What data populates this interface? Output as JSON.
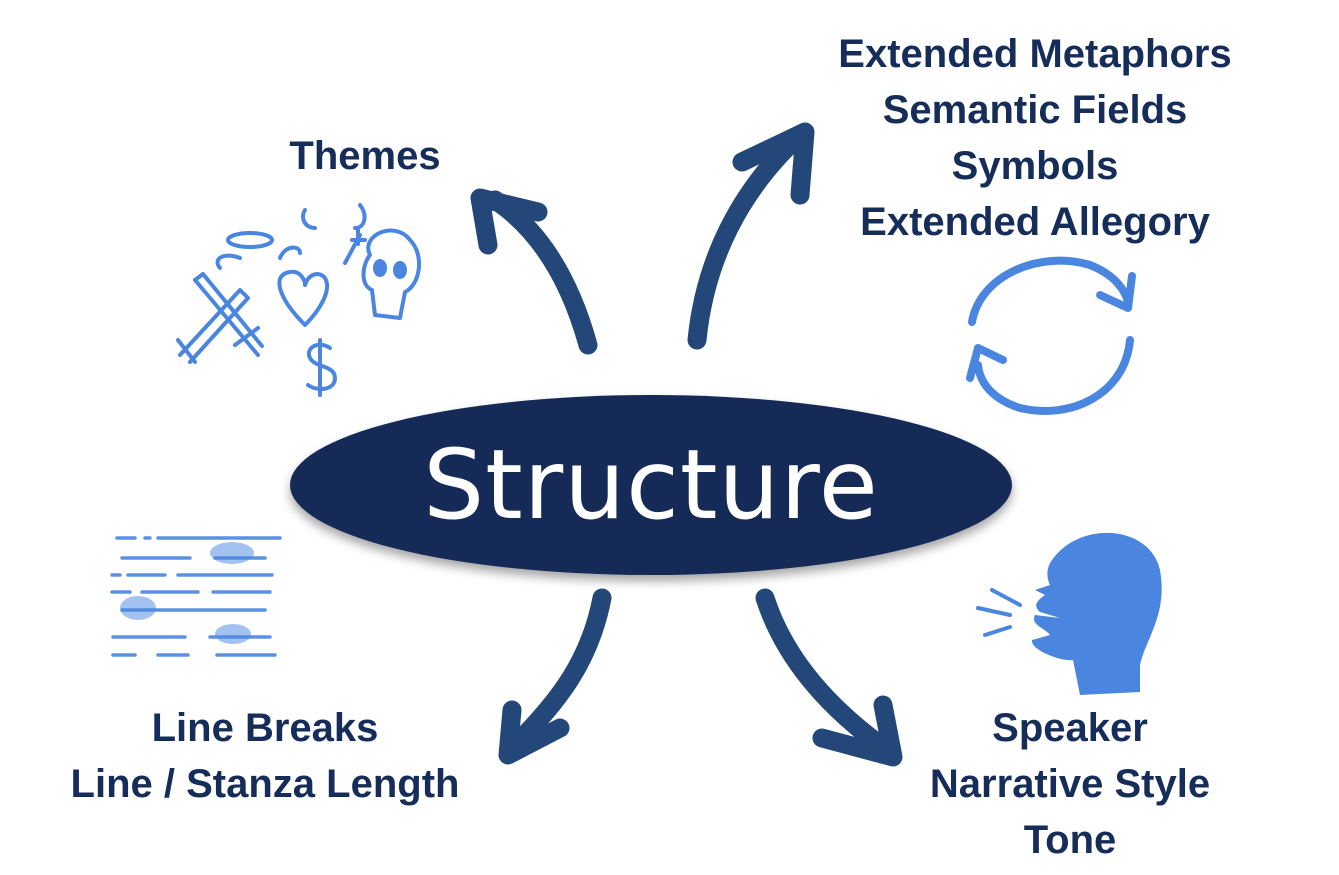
{
  "diagram": {
    "title": "Structure",
    "colors": {
      "center_fill": "#132b58",
      "arrow": "#24477a",
      "text": "#152d58",
      "icon": "#4a86e0",
      "background": "#ffffff"
    },
    "branches": [
      {
        "id": "themes",
        "lines": [
          "Themes"
        ],
        "icon": "themes-doodles-icon"
      },
      {
        "id": "imagery",
        "lines": [
          "Extended Metaphors",
          "Semantic Fields",
          "Symbols",
          "Extended Allegory"
        ],
        "icon": "cycle-arrows-icon"
      },
      {
        "id": "form",
        "lines": [
          "Line Breaks",
          "Line / Stanza Length"
        ],
        "icon": "text-lines-icon"
      },
      {
        "id": "voice",
        "lines": [
          "Speaker",
          "Narrative Style",
          "Tone"
        ],
        "icon": "speaking-head-icon"
      }
    ]
  }
}
